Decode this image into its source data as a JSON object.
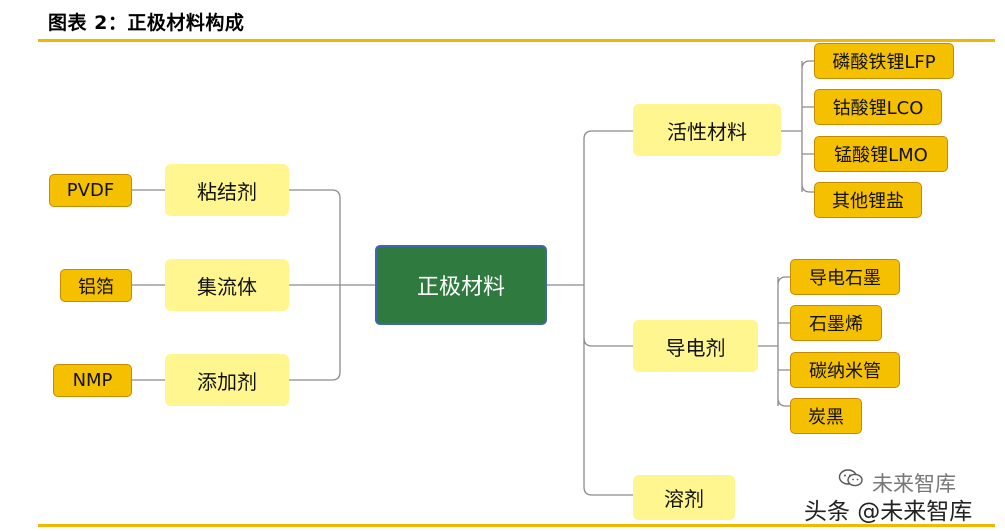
{
  "figure_title": "图表 2：正极材料构成",
  "center": "正极材料",
  "left_branches": [
    {
      "label": "粘结剂",
      "leaf": "PVDF"
    },
    {
      "label": "集流体",
      "leaf": "铝箔"
    },
    {
      "label": "添加剂",
      "leaf": "NMP"
    }
  ],
  "right_branches": [
    {
      "label": "活性材料",
      "children": [
        "磷酸铁锂LFP",
        "钴酸锂LCO",
        "锰酸锂LMO",
        "其他锂盐"
      ]
    },
    {
      "label": "导电剂",
      "children": [
        "导电石墨",
        "石墨烯",
        "碳纳米管",
        "炭黑"
      ]
    },
    {
      "label": "溶剂",
      "children": []
    }
  ],
  "watermark": {
    "top_text": "未来智库",
    "bottom_text": "头条 @未来智库"
  },
  "colors": {
    "accent_rule": "#f2b700",
    "center_fill": "#2f7a3f",
    "center_border": "#3f66b0",
    "branch_fill": "#fff68f",
    "leaf_fill": "#f5c000",
    "line": "#8c8c8c"
  }
}
